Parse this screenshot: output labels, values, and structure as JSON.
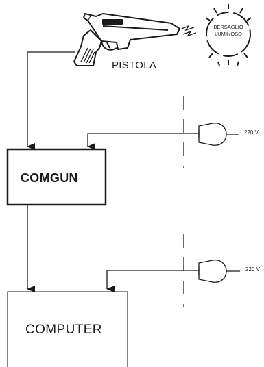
{
  "diagram": {
    "gun": {
      "label": "PISTOLA",
      "icon": "pistol-icon"
    },
    "target": {
      "label_line1": "BERSAGLIO",
      "label_line2": "LUMINOSO",
      "icon": "light-target-icon"
    },
    "comgun": {
      "label": "COMGUN"
    },
    "computer": {
      "label": "COMPUTER"
    },
    "plug_top": {
      "voltage": "220 V",
      "icon": "power-plug-icon"
    },
    "plug_bottom": {
      "voltage": "220 V",
      "icon": "power-plug-icon"
    }
  }
}
